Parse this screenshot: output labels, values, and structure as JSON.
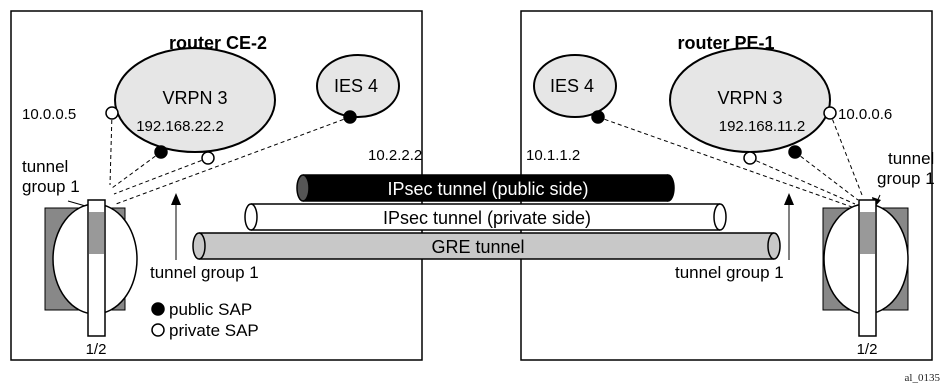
{
  "routers": {
    "left": {
      "title": "router CE-2",
      "vprn": {
        "name": "VRPN 3",
        "ip_inner": "192.168.22.2",
        "ip_outer": "10.0.0.5"
      },
      "ies": {
        "name": "IES 4",
        "ip": "10.2.2.2"
      },
      "tunnel_group_top": "tunnel\ngroup 1",
      "tunnel_group_bottom": "tunnel group 1",
      "port": "1/2"
    },
    "right": {
      "title": "router PE-1",
      "vprn": {
        "name": "VRPN 3",
        "ip_inner": "192.168.11.2",
        "ip_outer": "10.0.0.6"
      },
      "ies": {
        "name": "IES 4",
        "ip": "10.1.1.2"
      },
      "tunnel_group_top": "tunnel\ngroup 1",
      "tunnel_group_bottom": "tunnel group 1",
      "port": "1/2"
    }
  },
  "tunnels": {
    "public": "IPsec tunnel (public side)",
    "private": "IPsec tunnel (private side)",
    "gre": "GRE tunnel"
  },
  "legend": {
    "public": "public SAP",
    "private": "private SAP"
  },
  "figure_id": "al_0135"
}
